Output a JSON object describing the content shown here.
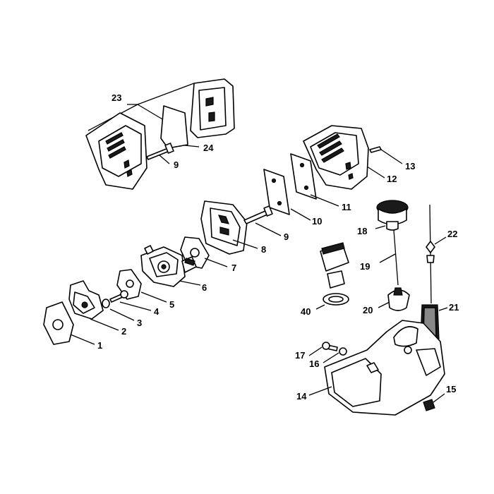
{
  "callouts": {
    "c1": "1",
    "c2": "2",
    "c3": "3",
    "c4": "4",
    "c5": "5",
    "c6": "6",
    "c7": "7",
    "c8": "8",
    "c9a": "9",
    "c9b": "9",
    "c10": "10",
    "c11": "11",
    "c12": "12",
    "c13": "13",
    "c14": "14",
    "c15": "15",
    "c16": "16",
    "c17": "17",
    "c18": "18",
    "c19": "19",
    "c20": "20",
    "c21": "21",
    "c22": "22",
    "c23": "23",
    "c24": "24",
    "c40": "40"
  }
}
